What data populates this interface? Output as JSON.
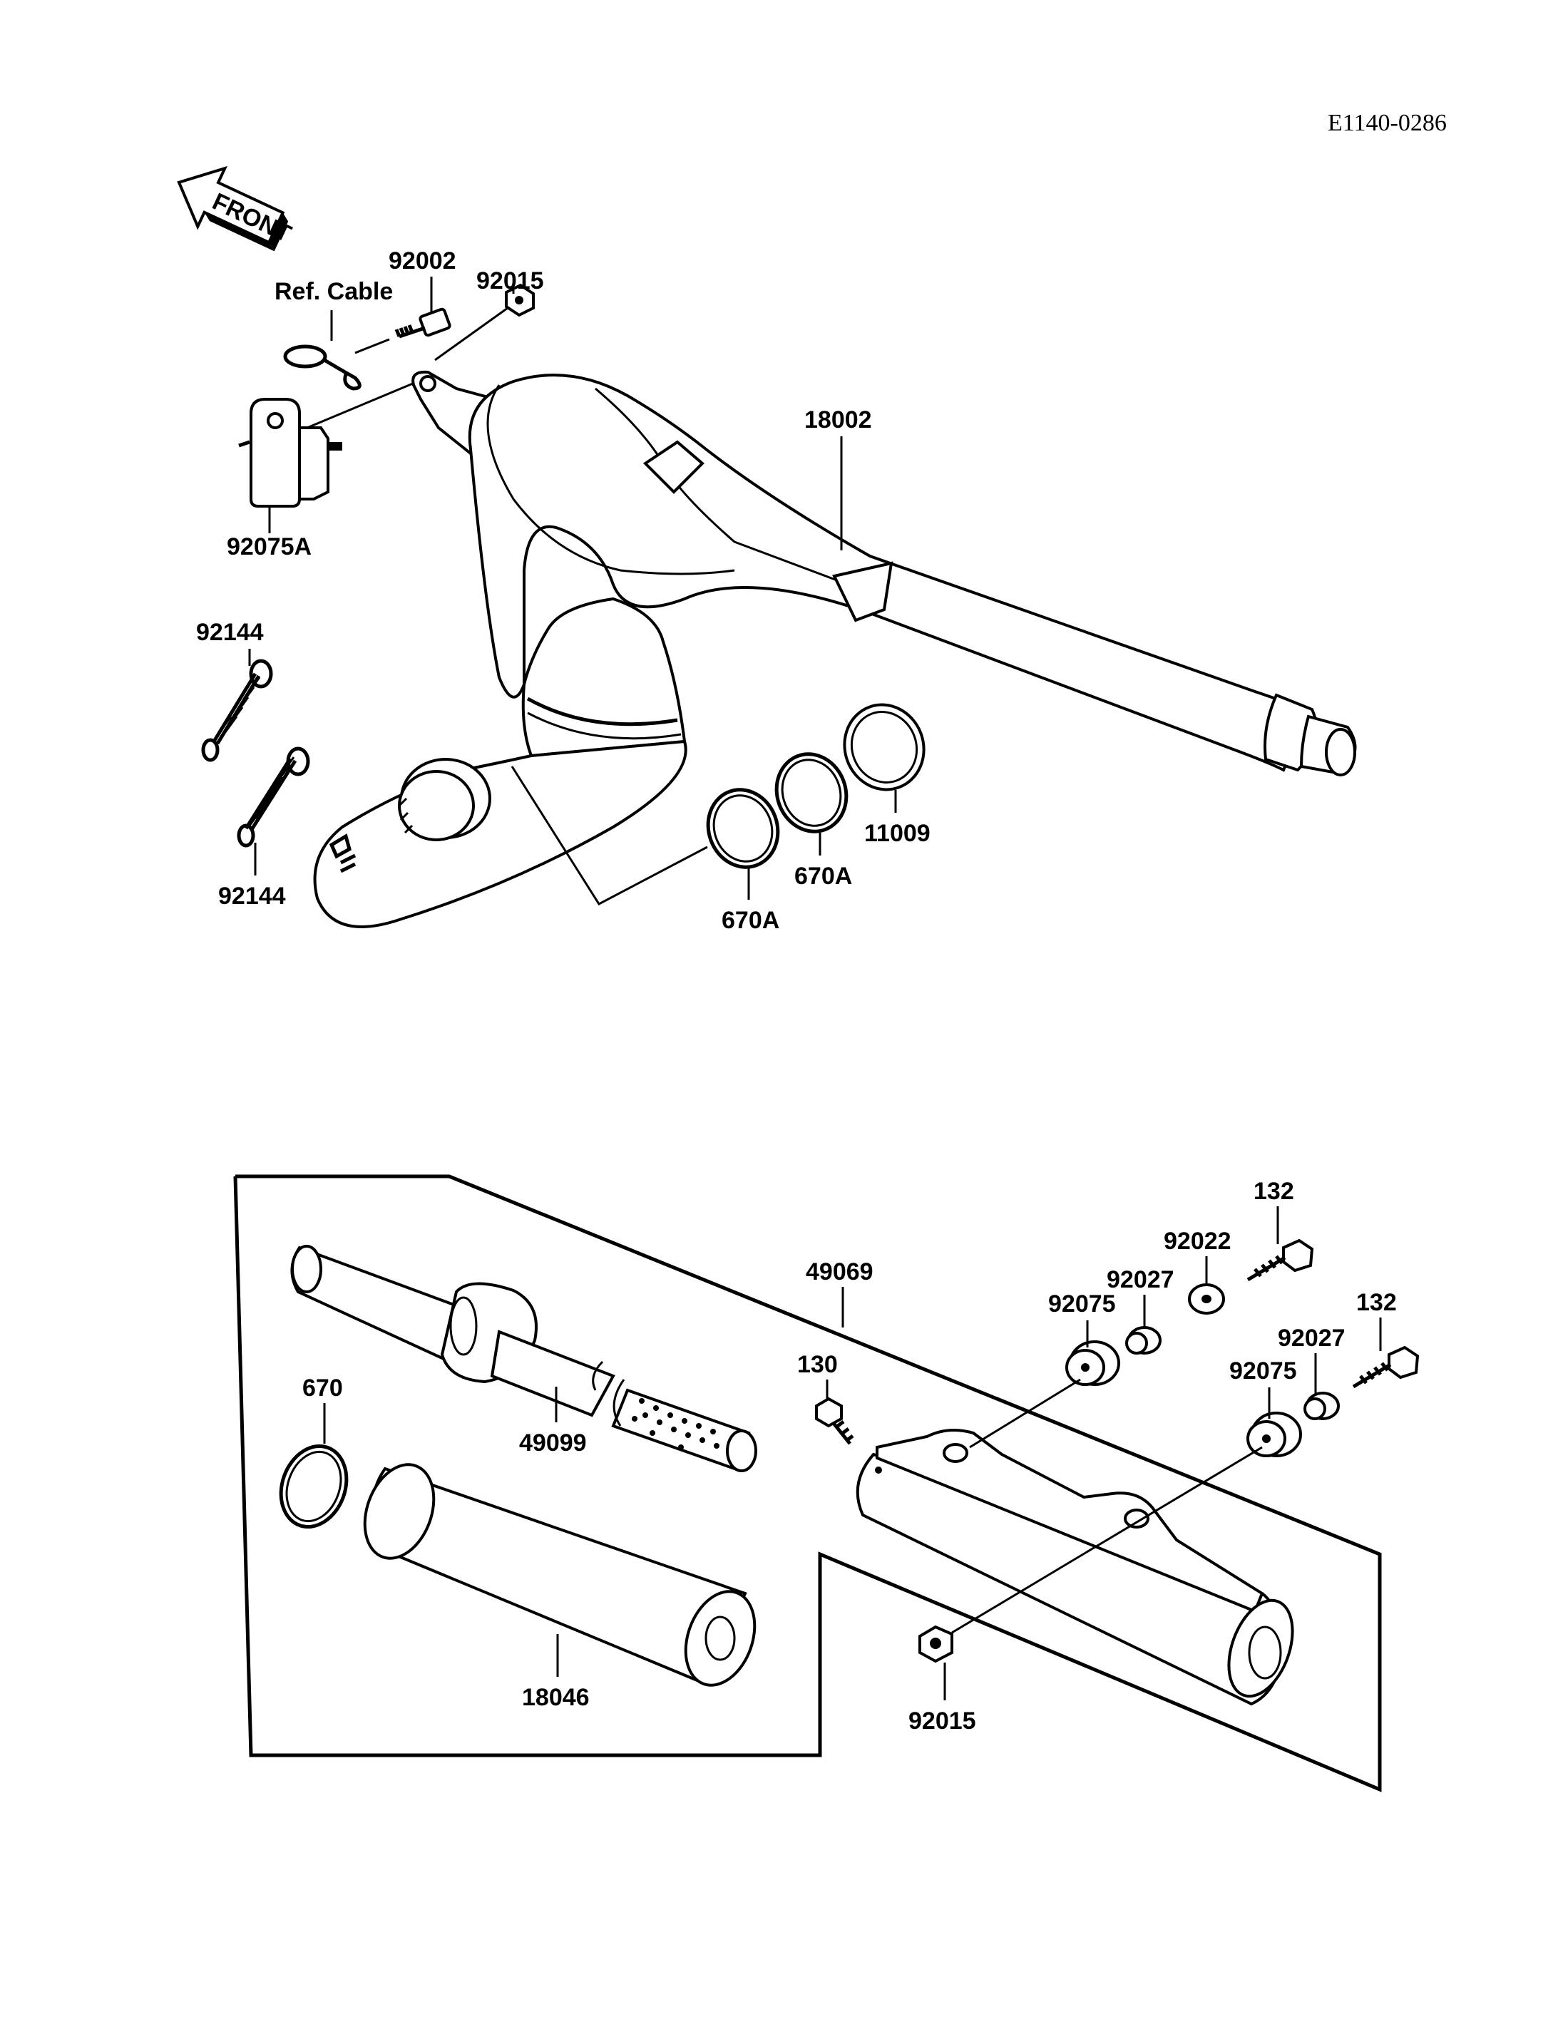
{
  "diagram_code": "E1140-0286",
  "front_label": "FRONT",
  "ref_cable_label": "Ref. Cable",
  "upper_group": {
    "labels": {
      "p92002": "92002",
      "p92015_top": "92015",
      "p18002": "18002",
      "p92075A": "92075A",
      "p92144_a": "92144",
      "p92144_b": "92144",
      "p11009": "11009",
      "p670A_a": "670A",
      "p670A_b": "670A"
    }
  },
  "lower_group": {
    "labels": {
      "p132_a": "132",
      "p132_b": "132",
      "p92022": "92022",
      "p92027_a": "92027",
      "p92027_b": "92027",
      "p92075_a": "92075",
      "p92075_b": "92075",
      "p49069": "49069",
      "p130": "130",
      "p670": "670",
      "p49099": "49099",
      "p18046": "18046",
      "p92015_bottom": "92015"
    }
  }
}
